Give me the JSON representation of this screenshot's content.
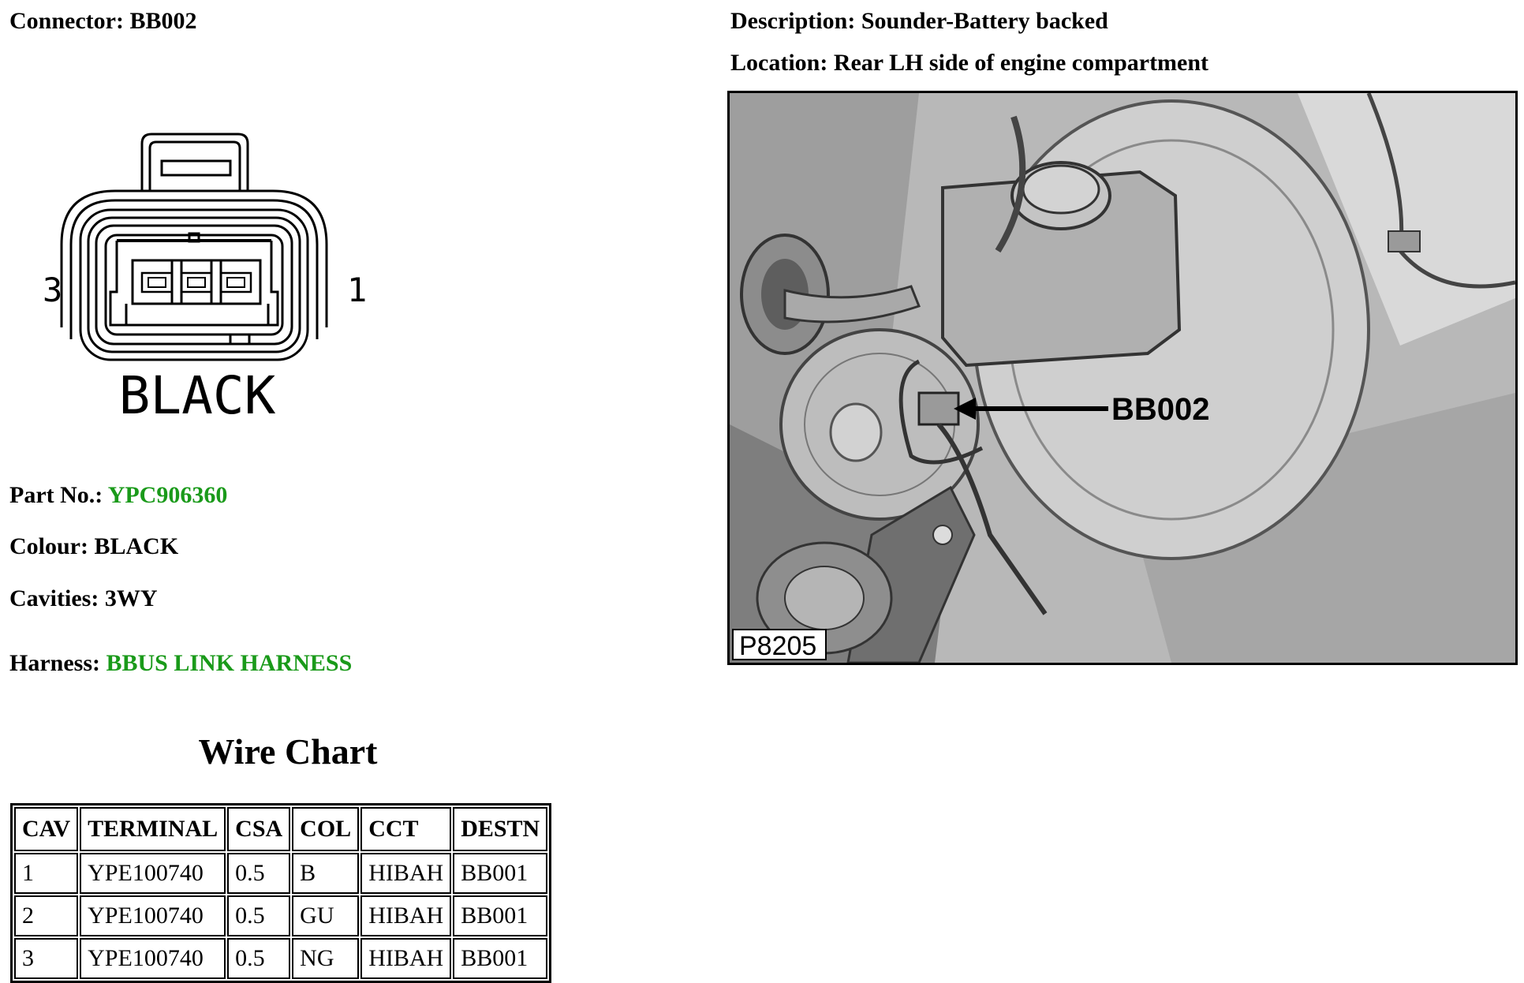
{
  "connector": {
    "label": "Connector:",
    "value": "BB002"
  },
  "description": {
    "label": "Description:",
    "value": "Sounder-Battery backed"
  },
  "location": {
    "label": "Location:",
    "value": "Rear LH side of engine compartment"
  },
  "diagram": {
    "pin_left": "3",
    "pin_right": "1",
    "colour_label": "BLACK"
  },
  "photo": {
    "callout": "BB002",
    "figure_id": "P8205"
  },
  "part_no": {
    "label": "Part No.:",
    "value": "YPC906360"
  },
  "colour": {
    "label": "Colour:",
    "value": "BLACK"
  },
  "cavities": {
    "label": "Cavities:",
    "value": "3WY"
  },
  "harness": {
    "label": "Harness:",
    "value": "BBUS LINK HARNESS"
  },
  "colors": {
    "link": "#1a9a1a"
  },
  "wire_chart": {
    "title": "Wire Chart",
    "headers": [
      "CAV",
      "TERMINAL",
      "CSA",
      "COL",
      "CCT",
      "DESTN"
    ],
    "rows": [
      [
        "1",
        "YPE100740",
        "0.5",
        "B",
        "HIBAH",
        "BB001"
      ],
      [
        "2",
        "YPE100740",
        "0.5",
        "GU",
        "HIBAH",
        "BB001"
      ],
      [
        "3",
        "YPE100740",
        "0.5",
        "NG",
        "HIBAH",
        "BB001"
      ]
    ]
  }
}
